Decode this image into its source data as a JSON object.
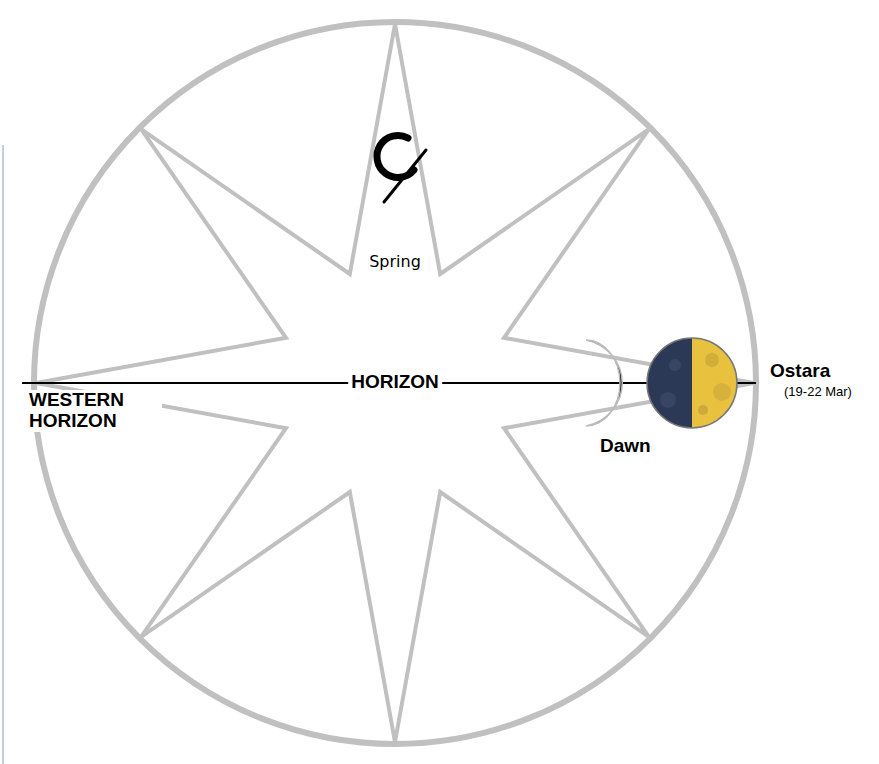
{
  "diagram": {
    "labels": [
      "Spring",
      "HORIZON",
      "WESTERN HORIZON",
      "Dawn",
      "Ostara",
      "(19-22 Mar)"
    ]
  }
}
